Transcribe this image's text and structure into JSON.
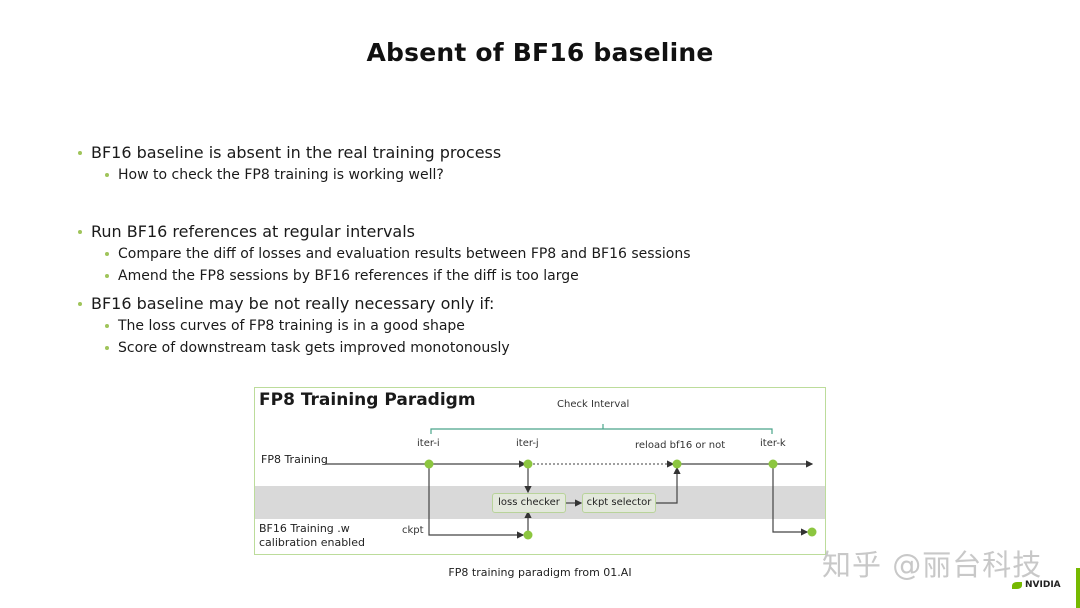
{
  "slide": {
    "title": "Absent of BF16 baseline",
    "bullets": [
      {
        "text": "BF16 baseline is absent in the real training process",
        "sub": [
          "How to check the FP8 training is working well?"
        ]
      },
      {
        "text": "Run BF16 references at regular intervals",
        "sub": [
          "Compare the diff of losses and evaluation results between FP8 and BF16 sessions",
          "Amend the FP8 sessions by BF16 references if the diff is too large"
        ]
      },
      {
        "text": "BF16 baseline may be not really necessary only if:",
        "sub": [
          "The loss curves of FP8 training is in a good shape",
          "Score of downstream task gets improved monotonously"
        ]
      }
    ],
    "bullet_color": "#9fc45a"
  },
  "diagram": {
    "title": "FP8 Training Paradigm",
    "check_interval": "Check Interval",
    "lanes": {
      "fp8": "FP8 Training",
      "bf16_line1": "BF16 Training .w",
      "bf16_line2": "calibration enabled"
    },
    "markers": {
      "iter_i": "iter-i",
      "iter_j": "iter-j",
      "reload": "reload bf16 or not",
      "iter_k": "iter-k",
      "ckpt": "ckpt"
    },
    "boxes": {
      "loss_checker": "loss checker",
      "ckpt_selector": "ckpt selector"
    },
    "colors": {
      "node": "#8cc63f",
      "border": "#bcdc9b",
      "band": "#d9d9d9",
      "bracket": "#4aa58a"
    },
    "caption": "FP8 training paradigm from 01.AI"
  },
  "watermark": "知乎 @丽台科技",
  "brand": {
    "logo_text": "NVIDIA",
    "accent": "#76b900"
  }
}
